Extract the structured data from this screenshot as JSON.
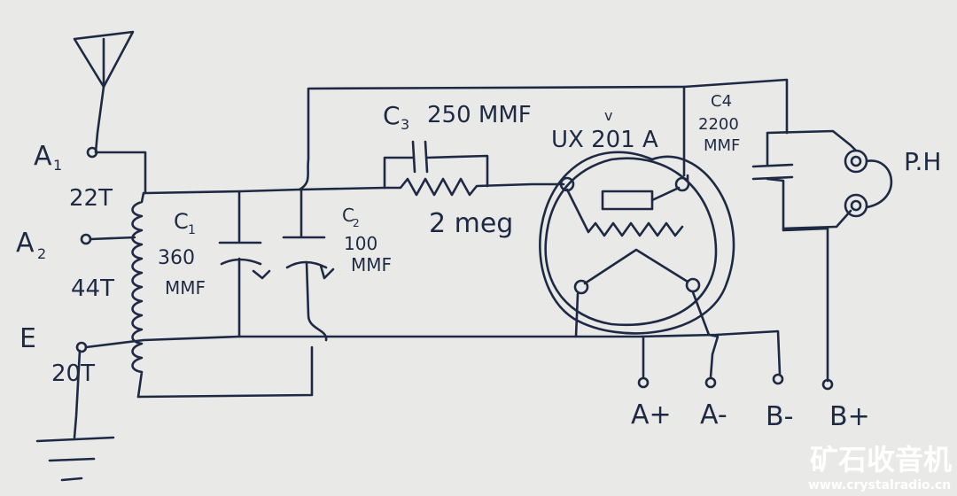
{
  "labels": {
    "antenna_tap_1": "A",
    "antenna_tap_1_sub": "1",
    "antenna_tap_2": "A",
    "antenna_tap_2_sub": "2",
    "ground": "E",
    "coil_turns_top": "22T",
    "coil_turns_mid": "44T",
    "coil_turns_bottom": "20T",
    "c1_name": "C",
    "c1_sub": "1",
    "c1_value": "360",
    "c1_unit": "MMF",
    "c2_name": "C",
    "c2_sub": "2",
    "c2_value": "100",
    "c2_unit": "MMF",
    "c3_name": "C",
    "c3_sub": "3",
    "c3_value": "250 MMF",
    "resistor": "2 meg",
    "tube_mark": "v",
    "tube": "UX 201 A",
    "c4_name": "C4",
    "c4_value": "2200",
    "c4_unit": "MMF",
    "phones": "P.H",
    "term_a_plus": "A+",
    "term_a_minus": "A-",
    "term_b_minus": "B-",
    "term_b_plus": "B+"
  },
  "watermark": {
    "cn": "矿石收音机",
    "url": "www.crystalradio.cn"
  },
  "colors": {
    "ink": "#1e2a44",
    "paper": "#e9e9e7",
    "watermark": "#ffffff"
  }
}
